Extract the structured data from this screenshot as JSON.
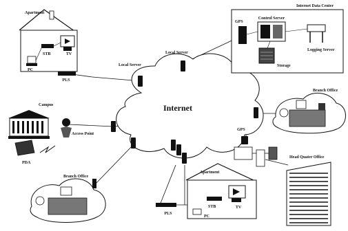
{
  "diagram": {
    "center": "Internet",
    "labels": {
      "apartment_top": "Apartment",
      "stb_top": "STB",
      "tv_top": "TV",
      "pc_top": "PC",
      "pls_top": "PLS",
      "local_server_1": "Local Server",
      "local_server_2": "Local Server",
      "internet_data_center": "Internet Data Center",
      "gps_top": "GPS",
      "control_server": "Control Server",
      "log_server": "Logging Server",
      "storage": "Storage",
      "branch_office_right": "Branch Office",
      "campus": "Campus",
      "access_point": "Access Point",
      "pda": "PDA",
      "branch_office_left": "Branch Office",
      "gps_bottom": "GPS",
      "head_office": "Head Quater Office",
      "apartment_bottom": "Apartment",
      "stb_bottom": "STB",
      "tv_bottom": "TV",
      "pc_bottom": "PC",
      "pls_bottom": "PLS"
    }
  }
}
